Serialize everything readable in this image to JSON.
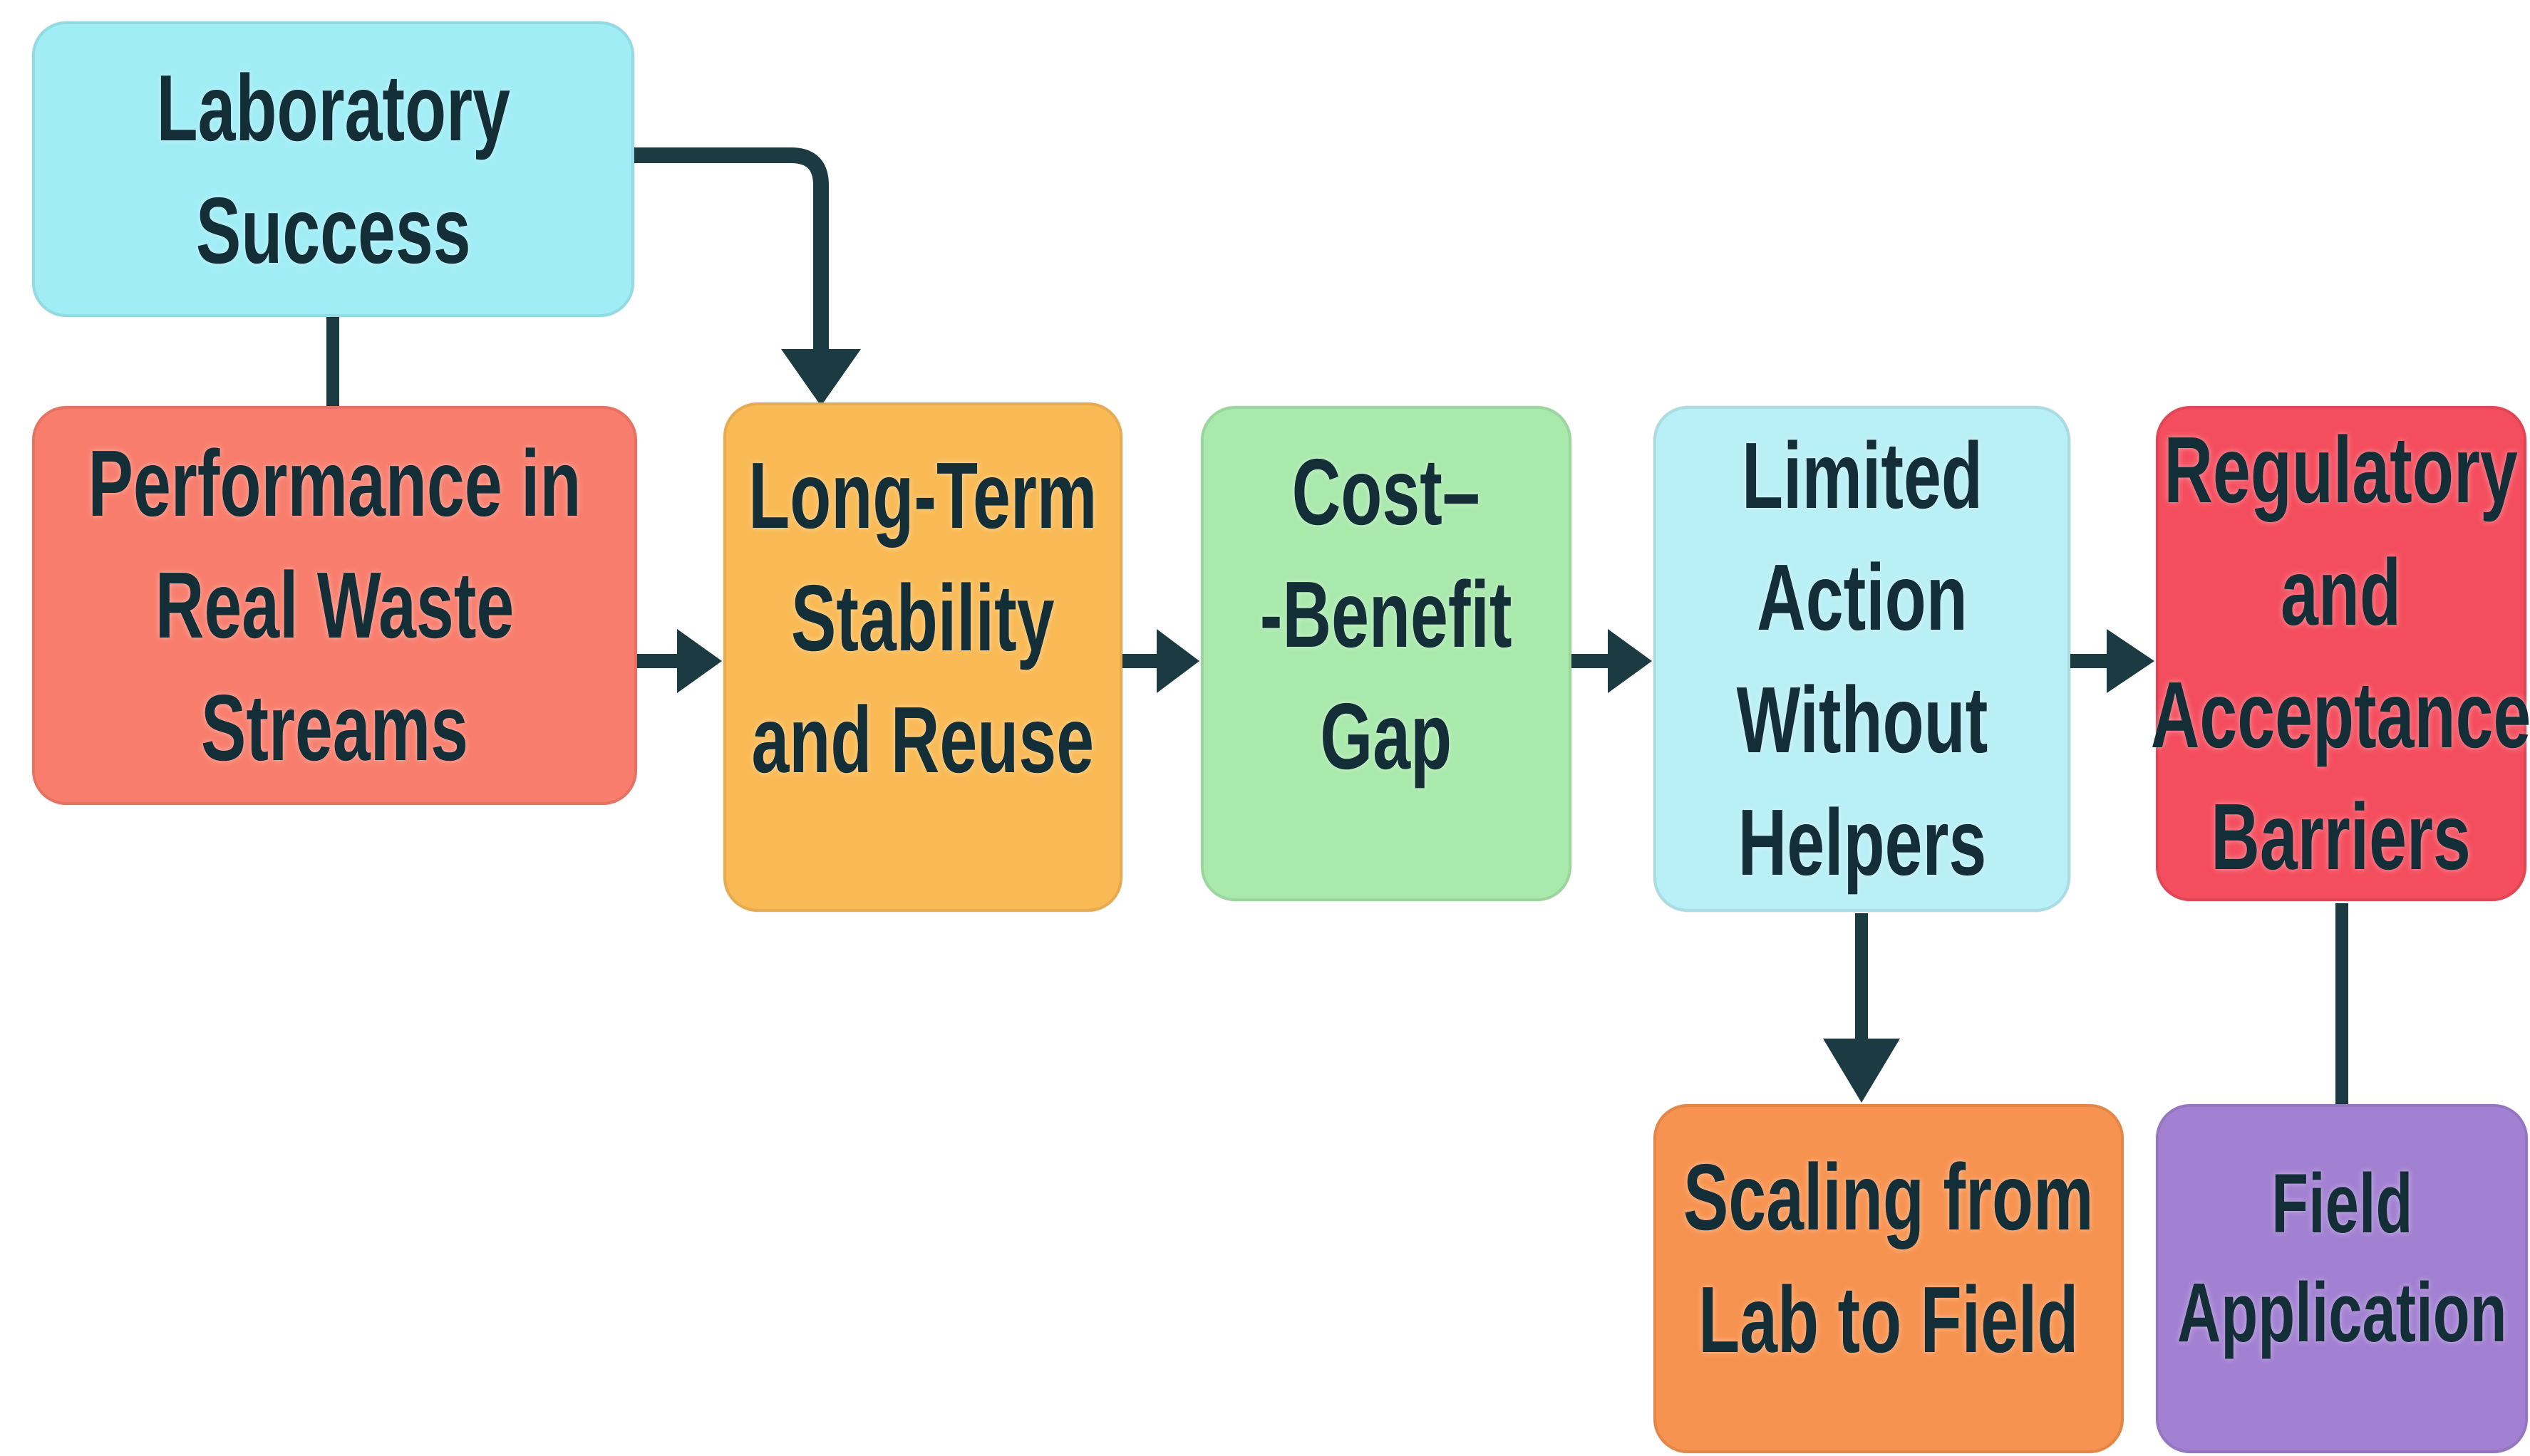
{
  "colors": {
    "background": "#ffffff",
    "text": "#142e38",
    "connector": "#1c3a41"
  },
  "nodes": {
    "laboratory_success": {
      "label": "Laboratory\nSuccess",
      "bg": "#a0edf6"
    },
    "performance": {
      "label": "Performance in\nReal Waste\nStreams",
      "bg": "#f87d6c"
    },
    "long_term": {
      "label": "Long-Term\nStability\nand Reuse",
      "bg": "#f9ba55"
    },
    "cost_benefit": {
      "label": "Cost–\n-Benefit\nGap",
      "bg": "#a9e9ac"
    },
    "limited_action": {
      "label": "Limited\nAction\nWithout\nHelpers",
      "bg": "#b9eff6"
    },
    "regulatory": {
      "label": "Regulatory\nand\nAcceptance\nBarriers",
      "bg": "#f44e5e"
    },
    "scaling": {
      "label": "Scaling from\nLab to Field",
      "bg": "#f79350"
    },
    "field_application": {
      "label": "Field\nApplication",
      "bg": "#a280d2"
    }
  },
  "edges": [
    {
      "from": "laboratory_success",
      "to": "performance",
      "type": "line"
    },
    {
      "from": "laboratory_success",
      "to": "long_term",
      "type": "elbow-arrow"
    },
    {
      "from": "performance",
      "to": "long_term",
      "type": "arrow"
    },
    {
      "from": "long_term",
      "to": "cost_benefit",
      "type": "arrow"
    },
    {
      "from": "cost_benefit",
      "to": "limited_action",
      "type": "arrow"
    },
    {
      "from": "limited_action",
      "to": "regulatory",
      "type": "arrow"
    },
    {
      "from": "limited_action",
      "to": "scaling",
      "type": "arrow"
    },
    {
      "from": "regulatory",
      "to": "field_application",
      "type": "line"
    }
  ]
}
